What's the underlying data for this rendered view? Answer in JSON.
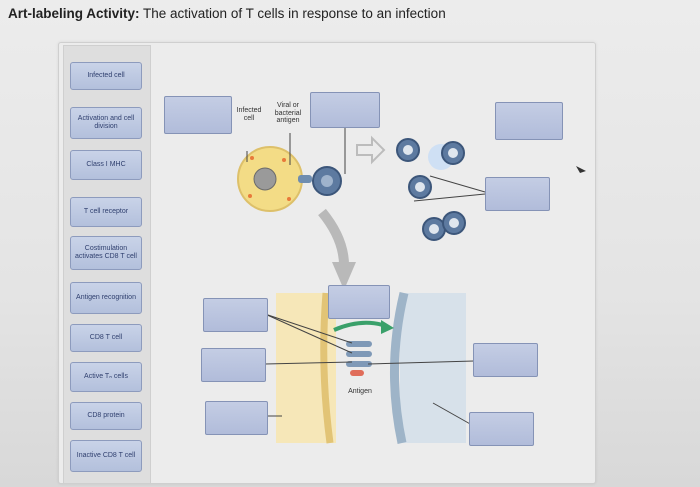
{
  "title": {
    "bold": "Art-labeling Activity:",
    "rest": " The activation of T cells in response to an infection"
  },
  "bank": {
    "items": [
      {
        "key": "infected",
        "label": "Infected cell"
      },
      {
        "key": "activation",
        "label": "Activation and cell division"
      },
      {
        "key": "mhc",
        "label": "Class I MHC"
      },
      {
        "key": "tcr",
        "label": "T cell receptor"
      },
      {
        "key": "costim",
        "label": "Costimulation activates CD8 T cell"
      },
      {
        "key": "antigen-rec",
        "label": "Antigen recognition"
      },
      {
        "key": "cd8-cell",
        "label": "CD8 T cell"
      },
      {
        "key": "active-tc",
        "label": "Active Tₙ cells"
      },
      {
        "key": "cd8-protein",
        "label": "CD8 protein"
      },
      {
        "key": "inactive",
        "label": "Inactive CD8 T cell"
      }
    ]
  },
  "diagram": {
    "infected_cell_label": "Infected cell",
    "antigen_label": "Viral or bacterial antigen",
    "bottom_antigen_label": "Antigen"
  },
  "colors": {
    "chip": "#b8c4de",
    "infected_cell": "#f3dc86",
    "t_cell": "#5d7aa0",
    "arrow": "#3aa06a"
  }
}
